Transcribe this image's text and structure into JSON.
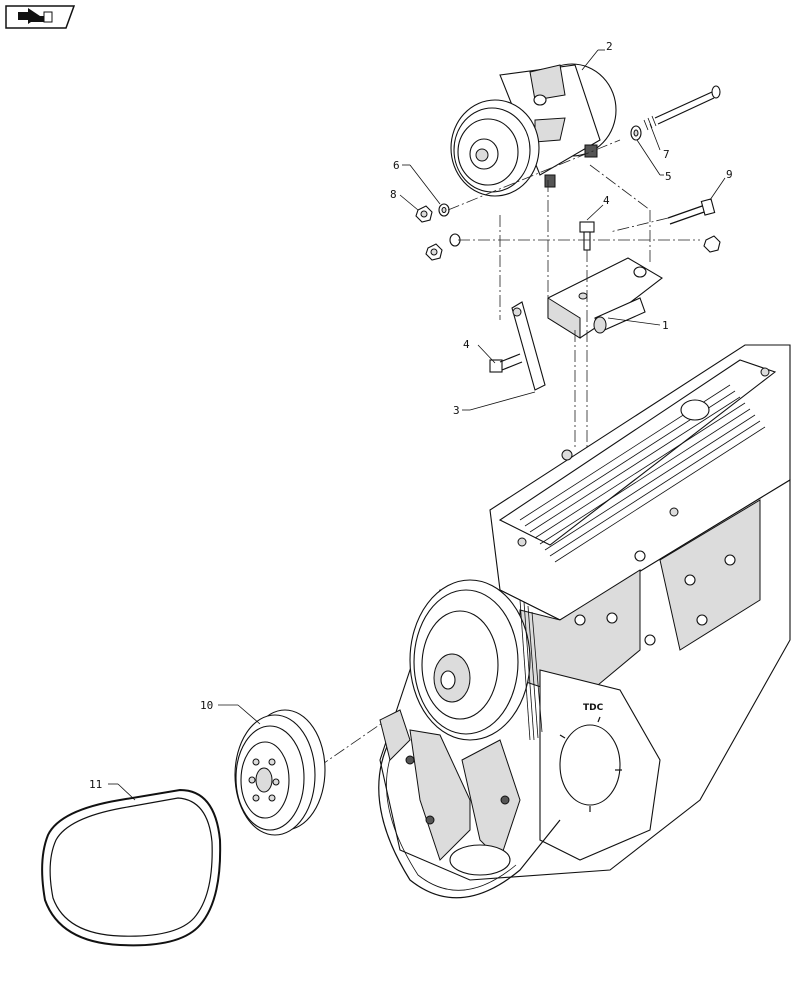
{
  "nav": {
    "icon": "back-arrow-icon"
  },
  "callouts": {
    "c1": "1",
    "c2": "2",
    "c3": "3",
    "c4a": "4",
    "c4b": "4",
    "c5": "5",
    "c6": "6",
    "c7": "7",
    "c8": "8",
    "c9": "9",
    "c10": "10",
    "c11": "11"
  },
  "engine": {
    "tdc_label": "TDC"
  }
}
